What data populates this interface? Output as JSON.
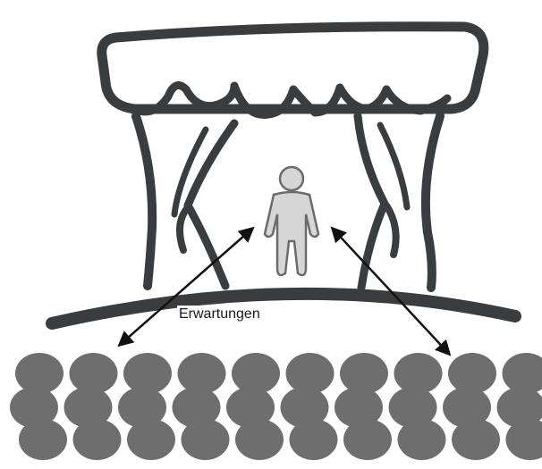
{
  "diagram": {
    "label": "Erwartungen"
  },
  "colors": {
    "stage_ink": "#3a3d40",
    "figure_fill": "#d6d6d6",
    "figure_stroke": "#6b6b6b",
    "audience": "#6e6e6e",
    "arrow": "#111111"
  },
  "audience": {
    "rows": 3,
    "columns": 10
  }
}
